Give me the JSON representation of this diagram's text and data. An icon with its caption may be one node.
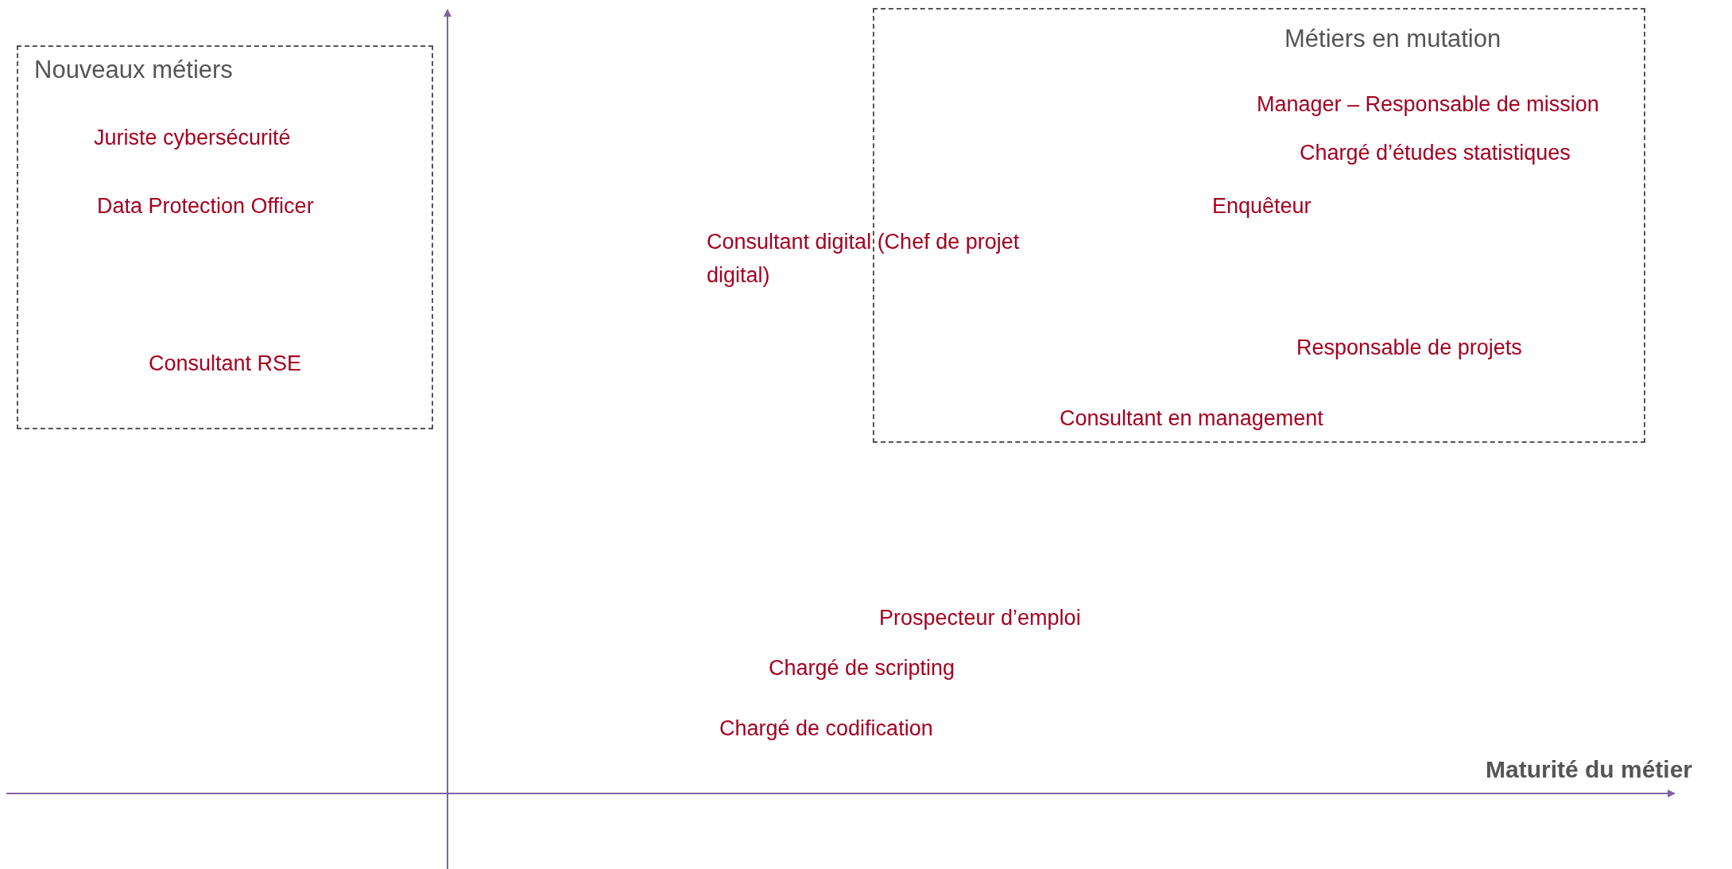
{
  "diagram": {
    "nodes": [
      {
        "text": [
          "Nouveaux métiers",
          "Juriste cybersécurité",
          "Data Protection Officer",
          "Consultant RSE"
        ]
      },
      {
        "text": [
          "Métiers en mutation",
          "Manager – Responsable de mission",
          "Chargé d’études statistiques",
          "Enquêteur",
          "Responsable de projets",
          "Consultant en management"
        ]
      }
    ],
    "labels": [
      "Consultant digital (Chef de projet digital)",
      "Prospecteur d’emploi",
      "Chargé de scripting",
      "Chargé de codification",
      "Maturité du métier"
    ]
  }
}
